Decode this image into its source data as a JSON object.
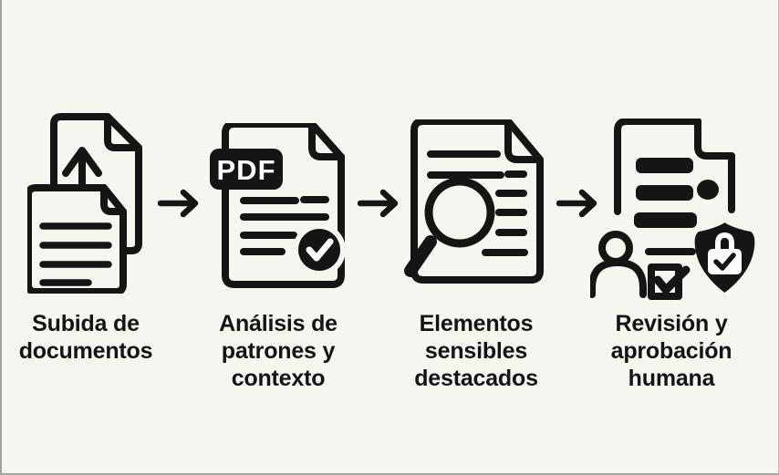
{
  "diagram": {
    "type": "process-flow",
    "background_color": "#f7f5f0",
    "line_color": "#171513",
    "text_color": "#141414",
    "connector": "arrow-right",
    "steps": [
      {
        "id": 1,
        "icon": "document-upload-icon",
        "label": "Subida de\ndocumentos"
      },
      {
        "id": 2,
        "icon": "pdf-analysis-check-icon",
        "label": "Análisis de\npatrones y\ncontexto",
        "badge": "PDF"
      },
      {
        "id": 3,
        "icon": "magnifier-document-icon",
        "label": "Elementos\nsensibles\ndestacados"
      },
      {
        "id": 4,
        "icon": "human-review-shield-icon",
        "label": "Revisión y\naprobación\nhumana"
      }
    ]
  }
}
